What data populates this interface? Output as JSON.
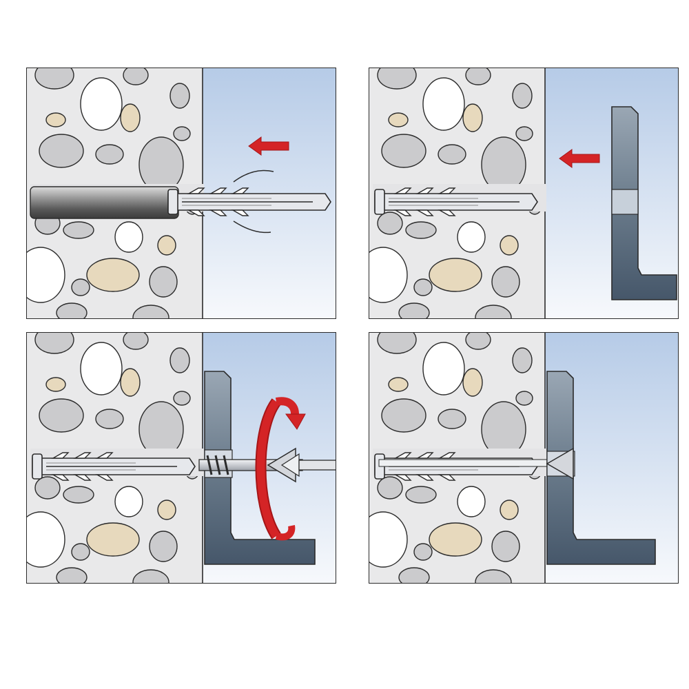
{
  "steps": [
    {
      "id": 1,
      "action": "insert-anchor",
      "arrow_color": "#d42426"
    },
    {
      "id": 2,
      "action": "place-bracket",
      "arrow_color": "#d42426"
    },
    {
      "id": 3,
      "action": "drive-screw-rotate",
      "arrow_color": "#d42426"
    },
    {
      "id": 4,
      "action": "installed"
    }
  ],
  "colors": {
    "wall": "#e8e8e8",
    "stone_grey": "#cbcbcd",
    "stone_beige": "#e7d9bd",
    "stone_white": "#ffffff",
    "air_top": "#b9cde8",
    "air_bottom": "#f5f8fc",
    "anchor": "#e4e6ea",
    "bracket": "#5a6b7c",
    "arrow": "#d42426",
    "outline": "#2b2b2b"
  }
}
